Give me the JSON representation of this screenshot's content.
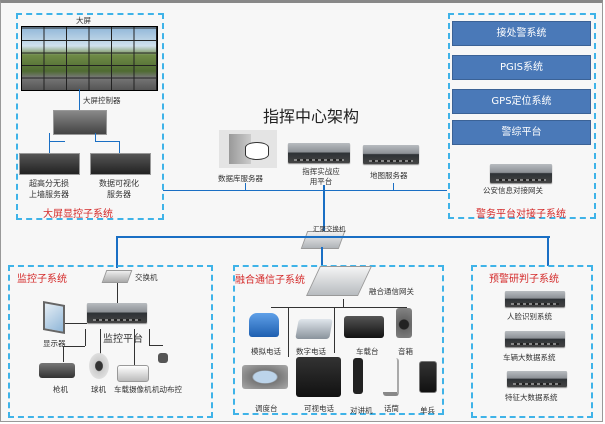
{
  "title": "指挥中心架构",
  "big_screen": {
    "subsystem": "大屏显控子系统",
    "screen_label": "大屏",
    "controller": "大屏控制器",
    "server1": "超高分无损上墙服务器",
    "server1_l1": "超高分无损",
    "server1_l2": "上墙服务器",
    "server2_l1": "数据可视化",
    "server2_l2": "服务器"
  },
  "center": {
    "db_server": "数据库服务器",
    "app_platform_l1": "指挥实战应",
    "app_platform_l2": "用平台",
    "map_server": "地图服务器",
    "core_switch": "汇聚交换机"
  },
  "police": {
    "subsystem": "警务平台对接子系统",
    "systems": [
      "接处警系统",
      "PGIS系统",
      "GPS定位系统",
      "警综平台"
    ],
    "gateway": "公安信息对接网关"
  },
  "monitor": {
    "subsystem": "监控子系统",
    "switch": "交换机",
    "platform": "监控平台",
    "display": "显示器",
    "devices": [
      "枪机",
      "球机",
      "车载摄像机",
      "机动布控"
    ]
  },
  "comm": {
    "subsystem": "融合通信子系统",
    "gateway": "融合通信网关",
    "devices_row1": [
      "模拟电话",
      "数字电话",
      "车载台",
      "音箱"
    ],
    "devices_row2": [
      "调度台",
      "可视电话",
      "对讲机",
      "话筒",
      "单兵"
    ]
  },
  "alert": {
    "subsystem": "预警研判子系统",
    "systems": [
      "人脸识别系统",
      "车辆大数据系统",
      "特征大数据系统"
    ]
  },
  "colors": {
    "line": "#1a6fc4",
    "dashed_border": "#3fb3e8",
    "subsystem_label": "#d42a2a",
    "system_bar": "#4a79b8"
  }
}
